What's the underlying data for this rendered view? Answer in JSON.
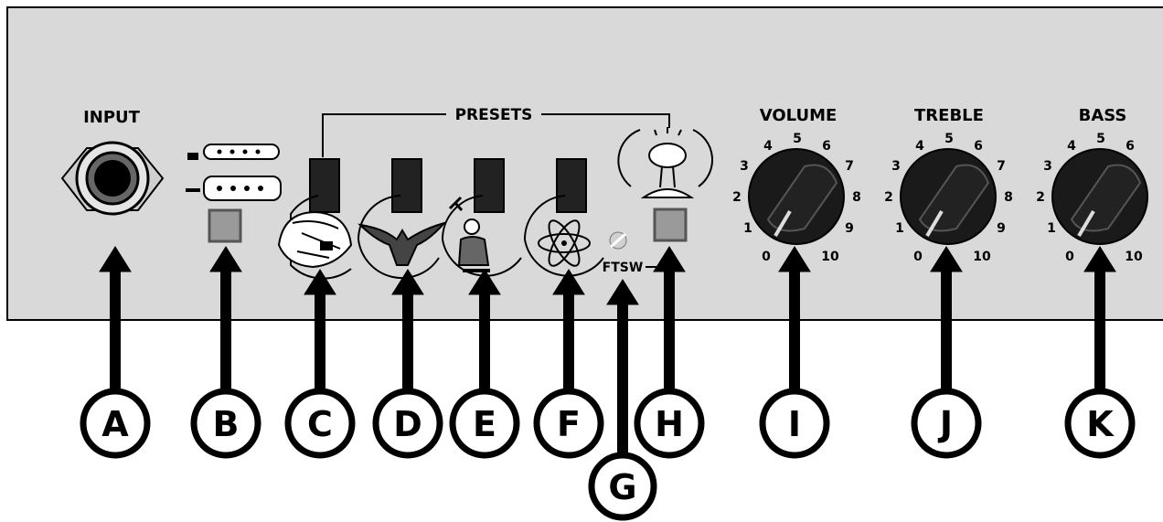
{
  "panel": {
    "input_label": "INPUT",
    "presets_label": "PRESETS",
    "ftsw_label": "FTSW",
    "knob_labels": [
      "VOLUME",
      "TREBLE",
      "BASS"
    ],
    "knob_scale": [
      "0",
      "1",
      "2",
      "3",
      "4",
      "5",
      "6",
      "7",
      "8",
      "9",
      "10"
    ]
  },
  "callouts": [
    "A",
    "B",
    "C",
    "D",
    "E",
    "F",
    "G",
    "H",
    "I",
    "J",
    "K"
  ],
  "colors": {
    "panel": "#d9d9d9",
    "outline": "#000000",
    "knob": "#1a1a1a",
    "square_button": "#9a9a9a",
    "preset_button": "#222222"
  },
  "icons": {
    "C": "firefighter-helmet-icon",
    "D": "eagle-icon",
    "E": "blacksmith-icon",
    "F": "atom-icon",
    "G": "led-icon",
    "H": "mushroom-cloud-icon"
  }
}
